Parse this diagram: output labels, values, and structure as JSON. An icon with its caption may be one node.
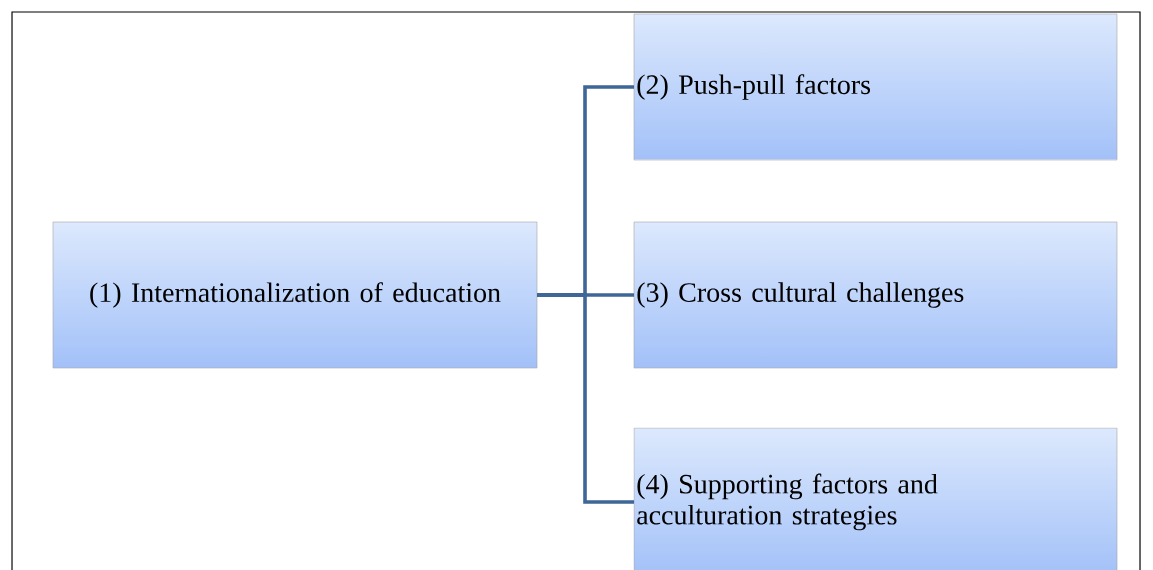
{
  "diagram": {
    "nodes": [
      {
        "text": [
          "(1) Internationalization of education"
        ]
      },
      {
        "text": [
          "(2) Push-pull factors"
        ]
      },
      {
        "text": [
          "(3) Cross cultural challenges"
        ]
      },
      {
        "text": [
          "(4) Supporting factors and acculturation strategies"
        ]
      }
    ],
    "edges": [
      {
        "from": 0,
        "to": 1,
        "arrow": "none"
      },
      {
        "from": 0,
        "to": 2,
        "arrow": "none"
      },
      {
        "from": 0,
        "to": 3,
        "arrow": "none"
      }
    ]
  }
}
